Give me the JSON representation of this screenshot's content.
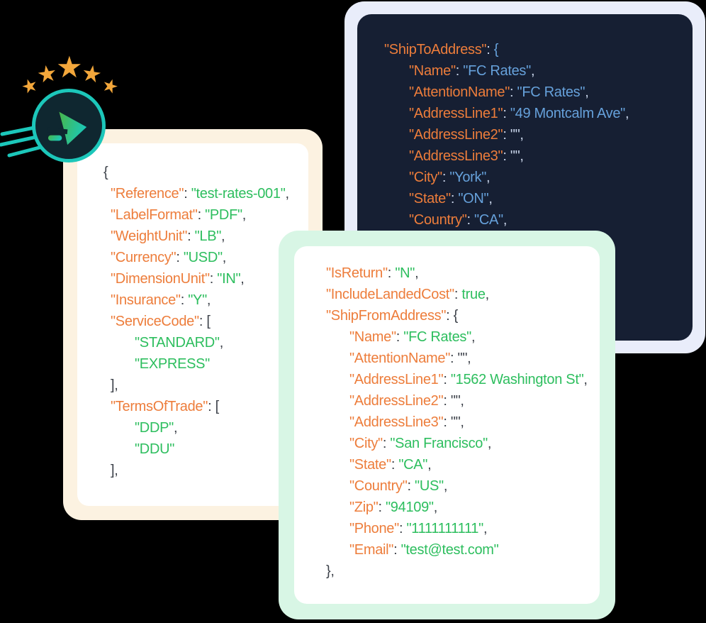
{
  "page": {
    "background": "#000000"
  },
  "logo": {
    "description": "send-plane-logo",
    "ring_color": "#1CC7BA",
    "circle_fill": "#0F2730",
    "icon_gradient_start": "#49B649",
    "icon_gradient_end": "#1BC8B6",
    "star_color": "#F3A73B",
    "star_count": 5,
    "star_glyph": "★"
  },
  "colors": {
    "key_orange": "#ED7D3B",
    "value_green": "#2DBE5E",
    "value_blue": "#66A1DB",
    "punct_dark": "#3E434B",
    "punct_light": "#C9D5EA",
    "dark_card_bg": "#161F33",
    "dark_card_frame": "#E9EDFA",
    "cream_frame": "#FCF2E1",
    "mint_frame": "#D8F6E5",
    "card_bg_white": "#FFFFFF"
  },
  "cards": {
    "request": {
      "theme": "light",
      "indents": [
        0,
        10,
        44
      ],
      "lines": [
        {
          "indent": 0,
          "tokens": [
            [
              "p",
              "{"
            ]
          ]
        },
        {
          "indent": 1,
          "tokens": [
            [
              "k",
              "\"Reference\""
            ],
            [
              "p",
              ": "
            ],
            [
              "g",
              "\"test-rates-001\""
            ],
            [
              "p",
              ","
            ]
          ]
        },
        {
          "indent": 1,
          "tokens": [
            [
              "k",
              "\"LabelFormat\""
            ],
            [
              "p",
              ": "
            ],
            [
              "g",
              "\"PDF\""
            ],
            [
              "p",
              ","
            ]
          ]
        },
        {
          "indent": 1,
          "tokens": [
            [
              "k",
              "\"WeightUnit\""
            ],
            [
              "p",
              ": "
            ],
            [
              "g",
              "\"LB\""
            ],
            [
              "p",
              ","
            ]
          ]
        },
        {
          "indent": 1,
          "tokens": [
            [
              "k",
              "\"Currency\""
            ],
            [
              "p",
              ": "
            ],
            [
              "g",
              "\"USD\""
            ],
            [
              "p",
              ","
            ]
          ]
        },
        {
          "indent": 1,
          "tokens": [
            [
              "k",
              "\"DimensionUnit\""
            ],
            [
              "p",
              ": "
            ],
            [
              "g",
              "\"IN\""
            ],
            [
              "p",
              ","
            ]
          ]
        },
        {
          "indent": 1,
          "tokens": [
            [
              "k",
              "\"Insurance\""
            ],
            [
              "p",
              ": "
            ],
            [
              "g",
              "\"Y\""
            ],
            [
              "p",
              ","
            ]
          ]
        },
        {
          "indent": 1,
          "tokens": [
            [
              "k",
              "\"ServiceCode\""
            ],
            [
              "p",
              ": ["
            ]
          ]
        },
        {
          "indent": 2,
          "tokens": [
            [
              "g",
              "\"STANDARD\""
            ],
            [
              "p",
              ","
            ]
          ]
        },
        {
          "indent": 2,
          "tokens": [
            [
              "g",
              "\"EXPRESS\""
            ]
          ]
        },
        {
          "indent": 1,
          "tokens": [
            [
              "p",
              "],"
            ]
          ]
        },
        {
          "indent": 1,
          "tokens": [
            [
              "k",
              "\"TermsOfTrade\""
            ],
            [
              "p",
              ": ["
            ]
          ]
        },
        {
          "indent": 2,
          "tokens": [
            [
              "g",
              "\"DDP\""
            ],
            [
              "p",
              ","
            ]
          ]
        },
        {
          "indent": 2,
          "tokens": [
            [
              "g",
              "\"DDU\""
            ]
          ]
        },
        {
          "indent": 1,
          "tokens": [
            [
              "p",
              "],"
            ]
          ]
        }
      ]
    },
    "ship_to": {
      "theme": "dark",
      "indents": [
        0,
        35
      ],
      "lines": [
        {
          "indent": 0,
          "tokens": [
            [
              "k",
              "\"ShipToAddress\""
            ],
            [
              "p",
              ": "
            ],
            [
              "b",
              "{"
            ]
          ]
        },
        {
          "indent": 1,
          "tokens": [
            [
              "k",
              "\"Name\""
            ],
            [
              "p",
              ": "
            ],
            [
              "b",
              "\"FC Rates\""
            ],
            [
              "p",
              ","
            ]
          ]
        },
        {
          "indent": 1,
          "tokens": [
            [
              "k",
              "\"AttentionName\""
            ],
            [
              "p",
              ": "
            ],
            [
              "b",
              "\"FC Rates\""
            ],
            [
              "p",
              ","
            ]
          ]
        },
        {
          "indent": 1,
          "tokens": [
            [
              "k",
              "\"AddressLine1\""
            ],
            [
              "p",
              ": "
            ],
            [
              "b",
              "\"49 Montcalm Ave\""
            ],
            [
              "p",
              ","
            ]
          ]
        },
        {
          "indent": 1,
          "tokens": [
            [
              "k",
              "\"AddressLine2\""
            ],
            [
              "p",
              ": \"\","
            ]
          ]
        },
        {
          "indent": 1,
          "tokens": [
            [
              "k",
              "\"AddressLine3\""
            ],
            [
              "p",
              ": \"\","
            ]
          ]
        },
        {
          "indent": 1,
          "tokens": [
            [
              "k",
              "\"City\""
            ],
            [
              "p",
              ": "
            ],
            [
              "b",
              "\"York\""
            ],
            [
              "p",
              ","
            ]
          ]
        },
        {
          "indent": 1,
          "tokens": [
            [
              "k",
              "\"State\""
            ],
            [
              "p",
              ": "
            ],
            [
              "b",
              "\"ON\""
            ],
            [
              "p",
              ","
            ]
          ]
        },
        {
          "indent": 1,
          "tokens": [
            [
              "k",
              "\"Country\""
            ],
            [
              "p",
              ": "
            ],
            [
              "b",
              "\"CA\""
            ],
            [
              "p",
              ","
            ]
          ]
        }
      ]
    },
    "ship_from": {
      "theme": "light",
      "indents": [
        0,
        33
      ],
      "lines": [
        {
          "indent": 0,
          "tokens": [
            [
              "k",
              "\"IsReturn\""
            ],
            [
              "p",
              ": "
            ],
            [
              "g",
              "\"N\""
            ],
            [
              "p",
              ","
            ]
          ]
        },
        {
          "indent": 0,
          "tokens": [
            [
              "k",
              "\"IncludeLandedCost\""
            ],
            [
              "p",
              ": "
            ],
            [
              "g",
              "true"
            ],
            [
              "p",
              ","
            ]
          ]
        },
        {
          "indent": 0,
          "tokens": [
            [
              "k",
              "\"ShipFromAddress\""
            ],
            [
              "p",
              ": {"
            ]
          ]
        },
        {
          "indent": 1,
          "tokens": [
            [
              "k",
              "\"Name\""
            ],
            [
              "p",
              ": "
            ],
            [
              "g",
              "\"FC Rates\""
            ],
            [
              "p",
              ","
            ]
          ]
        },
        {
          "indent": 1,
          "tokens": [
            [
              "k",
              "\"AttentionName\""
            ],
            [
              "p",
              ": \"\","
            ]
          ]
        },
        {
          "indent": 1,
          "tokens": [
            [
              "k",
              "\"AddressLine1\""
            ],
            [
              "p",
              ": "
            ],
            [
              "g",
              "\"1562 Washington St\""
            ],
            [
              "p",
              ","
            ]
          ]
        },
        {
          "indent": 1,
          "tokens": [
            [
              "k",
              "\"AddressLine2\""
            ],
            [
              "p",
              ": \"\","
            ]
          ]
        },
        {
          "indent": 1,
          "tokens": [
            [
              "k",
              "\"AddressLine3\""
            ],
            [
              "p",
              ": \"\","
            ]
          ]
        },
        {
          "indent": 1,
          "tokens": [
            [
              "k",
              "\"City\""
            ],
            [
              "p",
              ": "
            ],
            [
              "g",
              "\"San Francisco\""
            ],
            [
              "p",
              ","
            ]
          ]
        },
        {
          "indent": 1,
          "tokens": [
            [
              "k",
              "\"State\""
            ],
            [
              "p",
              ": "
            ],
            [
              "g",
              "\"CA\""
            ],
            [
              "p",
              ","
            ]
          ]
        },
        {
          "indent": 1,
          "tokens": [
            [
              "k",
              "\"Country\""
            ],
            [
              "p",
              ": "
            ],
            [
              "g",
              "\"US\""
            ],
            [
              "p",
              ","
            ]
          ]
        },
        {
          "indent": 1,
          "tokens": [
            [
              "k",
              "\"Zip\""
            ],
            [
              "p",
              ": "
            ],
            [
              "g",
              "\"94109\""
            ],
            [
              "p",
              ","
            ]
          ]
        },
        {
          "indent": 1,
          "tokens": [
            [
              "k",
              "\"Phone\""
            ],
            [
              "p",
              ": "
            ],
            [
              "g",
              "\"1111111111\""
            ],
            [
              "p",
              ","
            ]
          ]
        },
        {
          "indent": 1,
          "tokens": [
            [
              "k",
              "\"Email\""
            ],
            [
              "p",
              ": "
            ],
            [
              "g",
              "\"test@test.com\""
            ]
          ]
        },
        {
          "indent": 0,
          "tokens": [
            [
              "p",
              "},"
            ]
          ]
        }
      ]
    }
  }
}
